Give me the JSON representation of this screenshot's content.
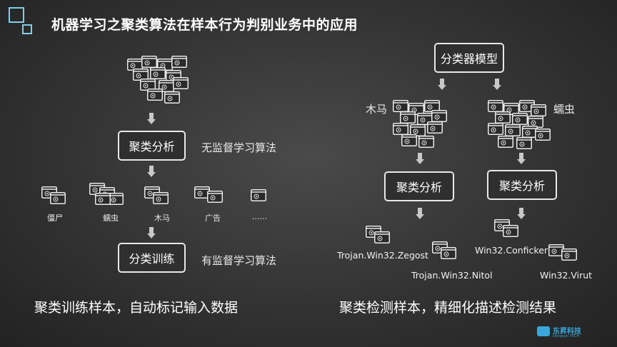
{
  "title": "机器学习之聚类算法在样本行为判别业务中的应用",
  "left": {
    "box_cluster": "聚类分析",
    "note_unsupervised": "无监督学习算法",
    "categories": [
      "僵尸",
      "蠕虫",
      "木马",
      "广告",
      "......"
    ],
    "box_classify": "分类训练",
    "note_supervised": "有监督学习算法",
    "caption": "聚类训练样本，自动标记输入数据"
  },
  "right": {
    "box_model": "分类器模型",
    "label_trojan": "木马",
    "label_worm": "蠕虫",
    "box_cluster_a": "聚类分析",
    "box_cluster_b": "聚类分析",
    "sample_names": [
      "Trojan.Win32.Zegost",
      "Trojan.Win32.Nitol",
      "Win32.Conficker",
      "Win32.Virut"
    ],
    "caption": "聚类检测样本，精细化描述检测结果"
  },
  "logo": {
    "cn": "东昇科技",
    "en": "Dongsun TECH"
  },
  "colors": {
    "accent": "#7fd0e6",
    "logo": "#3aa7d8",
    "background": "#3a3a3a"
  },
  "icons": [
    "sample-window-icon",
    "down-arrow-icon"
  ]
}
